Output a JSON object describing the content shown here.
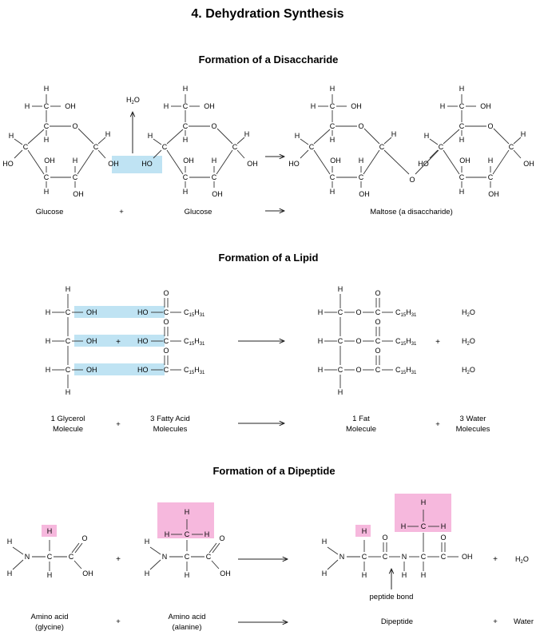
{
  "page_title": "4.  Dehydration Synthesis",
  "colors": {
    "blue_highlight": "#bfe3f3",
    "pink_highlight": "#f6b8dd"
  },
  "disaccharide": {
    "heading": "Formation of a Disaccharide",
    "water": "H2O",
    "glucose_label": "Glucose",
    "plus": "+",
    "maltose_label": "Maltose (a disaccharide)"
  },
  "lipid": {
    "heading": "Formation of a Lipid",
    "plus": "+",
    "water": "H2O",
    "chain_C": "C",
    "chain_sub_15": "15",
    "chain_H": "H",
    "chain_sub_31": "31",
    "glycerol_label_1": "1 Glycerol",
    "glycerol_label_2": "Molecule",
    "fatty_label_1": "3 Fatty Acid",
    "fatty_label_2": "Molecules",
    "fat_label_1": "1 Fat",
    "fat_label_2": "Molecule",
    "water_label_1": "3 Water",
    "water_label_2": "Molecules"
  },
  "dipeptide": {
    "heading": "Formation of a Dipeptide",
    "plus": "+",
    "water": "H2O",
    "peptide_bond": "peptide bond",
    "glycine_label_1": "Amino acid",
    "glycine_label_2": "(glycine)",
    "alanine_label_1": "Amino acid",
    "alanine_label_2": "(alanine)",
    "dipeptide_label": "Dipeptide",
    "water_label": "Water"
  }
}
